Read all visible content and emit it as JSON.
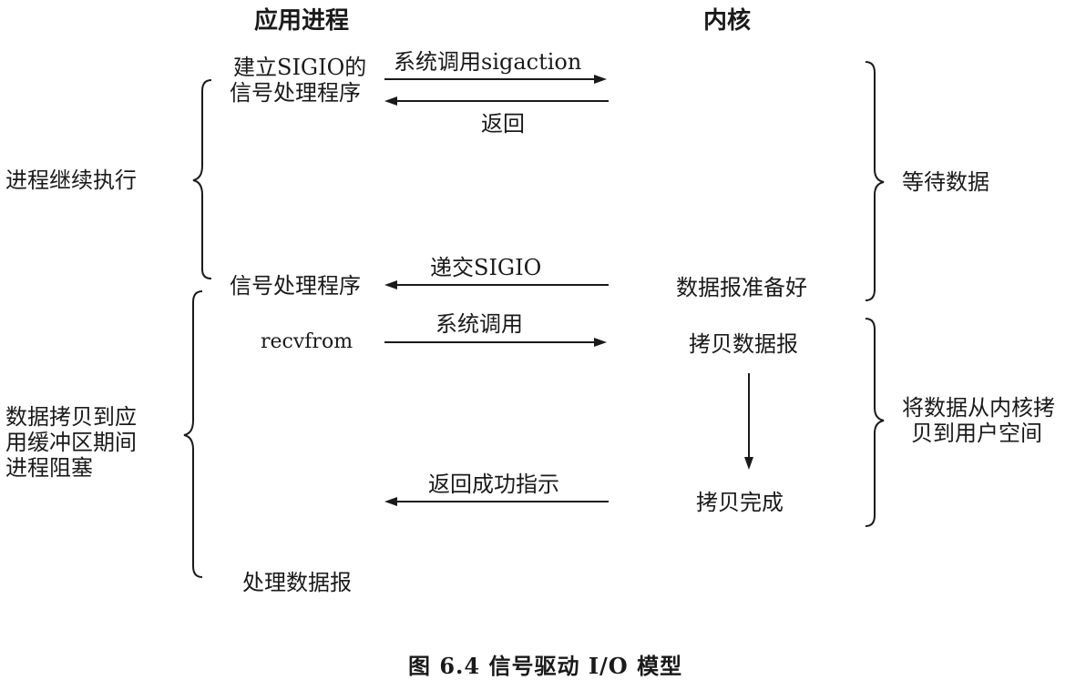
{
  "headers": {
    "app_process": "应用进程",
    "kernel": "内核"
  },
  "app_column": {
    "setup_line1": "建立SIGIO的",
    "setup_line2": "信号处理程序",
    "signal_handler": "信号处理程序",
    "recvfrom": "recvfrom",
    "process_datagram": "处理数据报"
  },
  "arrows": {
    "sigaction_call": "系统调用sigaction",
    "return": "返回",
    "deliver_sigio": "递交SIGIO",
    "syscall": "系统调用",
    "return_success": "返回成功指示"
  },
  "kernel_column": {
    "datagram_ready": "数据报准备好",
    "copy_datagram": "拷贝数据报",
    "copy_complete": "拷贝完成"
  },
  "left_brackets": {
    "process_continues": "进程继续执行",
    "blocked_line1": "数据拷贝到应",
    "blocked_line2": "用缓冲区期间",
    "blocked_line3": "进程阻塞"
  },
  "right_brackets": {
    "wait_for_data": "等待数据",
    "copy_line1": "将数据从内核拷",
    "copy_line2": "贝到用户空间"
  },
  "caption": "图 6.4  信号驱动 I/O 模型"
}
